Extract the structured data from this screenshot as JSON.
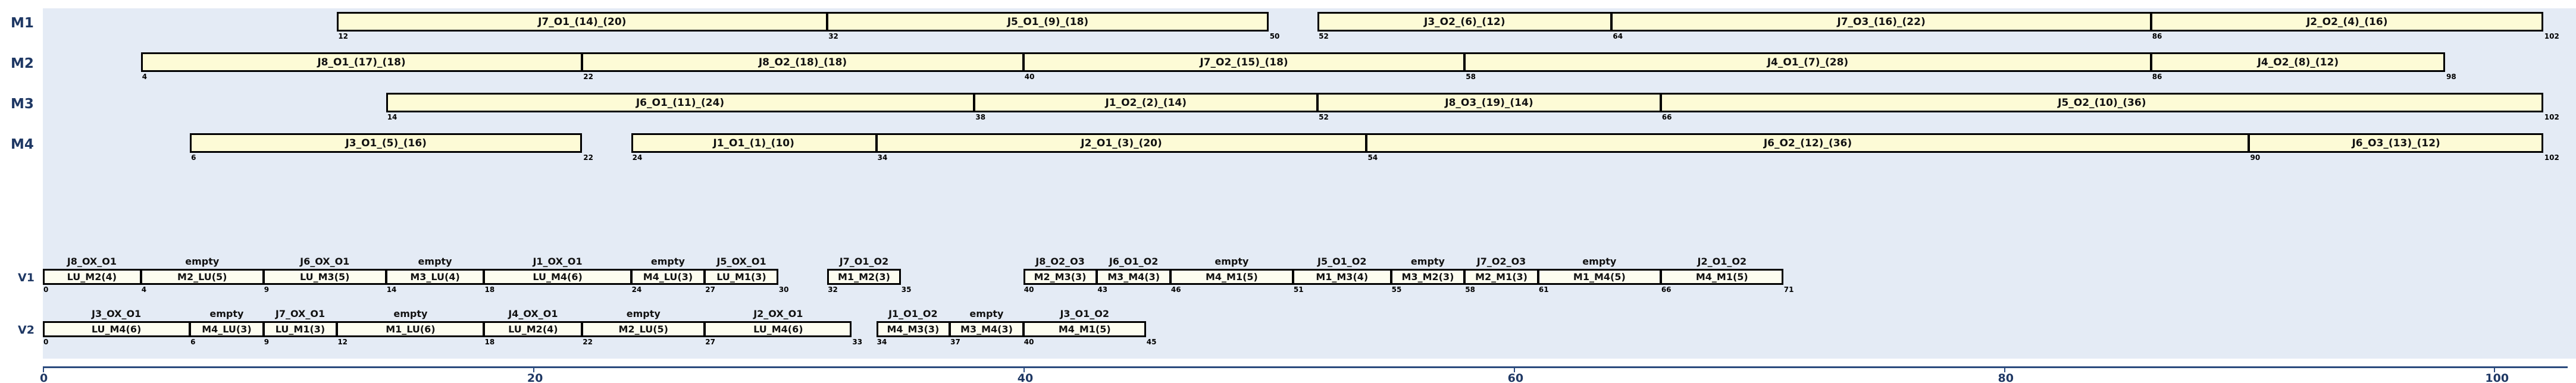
{
  "chart_data": {
    "type": "gantt",
    "title": "",
    "xlabel": "",
    "ylabel": "",
    "xlim": [
      0,
      103
    ],
    "axis_ticks": [
      0,
      20,
      40,
      60,
      80,
      100
    ],
    "colors": {
      "bar_fill": "#fdfbd6",
      "bar_fill_alt": "#fdfdf0",
      "bar_border": "#000000",
      "panel_bg": "#e4ebf5",
      "label_color": "#1f3864",
      "axis_color": "#2b4a7d"
    },
    "machine_rows": [
      {
        "name": "M1",
        "bars": [
          {
            "label": "J7_O1_(14)_(20)",
            "start": 12,
            "end": 32
          },
          {
            "label": "J5_O1_(9)_(18)",
            "start": 32,
            "end": 50
          },
          {
            "label": "J3_O2_(6)_(12)",
            "start": 52,
            "end": 64
          },
          {
            "label": "J7_O3_(16)_(22)",
            "start": 64,
            "end": 86
          },
          {
            "label": "J2_O2_(4)_(16)",
            "start": 86,
            "end": 102
          }
        ],
        "ticks": [
          12,
          32,
          50,
          52,
          64,
          86,
          102
        ],
        "groups": [
          [
            12,
            50
          ],
          [
            52,
            102
          ]
        ]
      },
      {
        "name": "M2",
        "bars": [
          {
            "label": "J8_O1_(17)_(18)",
            "start": 4,
            "end": 22
          },
          {
            "label": "J8_O2_(18)_(18)",
            "start": 22,
            "end": 40
          },
          {
            "label": "J7_O2_(15)_(18)",
            "start": 40,
            "end": 58
          },
          {
            "label": "J4_O1_(7)_(28)",
            "start": 58,
            "end": 86
          },
          {
            "label": "J4_O2_(8)_(12)",
            "start": 86,
            "end": 98
          }
        ],
        "ticks": [
          4,
          22,
          40,
          58,
          86,
          98
        ],
        "groups": [
          [
            4,
            98
          ]
        ]
      },
      {
        "name": "M3",
        "bars": [
          {
            "label": "J6_O1_(11)_(24)",
            "start": 14,
            "end": 38
          },
          {
            "label": "J1_O2_(2)_(14)",
            "start": 38,
            "end": 52
          },
          {
            "label": "J8_O3_(19)_(14)",
            "start": 52,
            "end": 66
          },
          {
            "label": "J5_O2_(10)_(36)",
            "start": 66,
            "end": 102
          }
        ],
        "ticks": [
          14,
          38,
          52,
          66,
          102
        ],
        "groups": [
          [
            14,
            102
          ]
        ]
      },
      {
        "name": "M4",
        "bars": [
          {
            "label": "J3_O1_(5)_(16)",
            "start": 6,
            "end": 22
          },
          {
            "label": "J1_O1_(1)_(10)",
            "start": 24,
            "end": 34
          },
          {
            "label": "J2_O1_(3)_(20)",
            "start": 34,
            "end": 54
          },
          {
            "label": "J6_O2_(12)_(36)",
            "start": 54,
            "end": 90
          },
          {
            "label": "J6_O3_(13)_(12)",
            "start": 90,
            "end": 102
          }
        ],
        "ticks": [
          6,
          22,
          24,
          34,
          54,
          90,
          102
        ],
        "groups": [
          [
            6,
            22
          ],
          [
            24,
            102
          ]
        ]
      }
    ],
    "vehicle_rows": [
      {
        "name": "V1",
        "bars": [
          {
            "label": "LU_M2(4)",
            "start": 0,
            "end": 4,
            "op": "J8_OX_O1"
          },
          {
            "label": "M2_LU(5)",
            "start": 4,
            "end": 9,
            "op": "empty"
          },
          {
            "label": "LU_M3(5)",
            "start": 9,
            "end": 14,
            "op": "J6_OX_O1"
          },
          {
            "label": "M3_LU(4)",
            "start": 14,
            "end": 18,
            "op": "empty"
          },
          {
            "label": "LU_M4(6)",
            "start": 18,
            "end": 24,
            "op": "J1_OX_O1"
          },
          {
            "label": "M4_LU(3)",
            "start": 24,
            "end": 27,
            "op": "empty"
          },
          {
            "label": "LU_M1(3)",
            "start": 27,
            "end": 30,
            "op": "J5_OX_O1"
          },
          {
            "label": "M1_M2(3)",
            "start": 32,
            "end": 35,
            "op": "J7_O1_O2"
          },
          {
            "label": "M2_M3(3)",
            "start": 40,
            "end": 43,
            "op": "J8_O2_O3"
          },
          {
            "label": "M3_M4(3)",
            "start": 43,
            "end": 46,
            "op": "J6_O1_O2"
          },
          {
            "label": "M4_M1(5)",
            "start": 46,
            "end": 51,
            "op": "empty"
          },
          {
            "label": "M1_M3(4)",
            "start": 51,
            "end": 55,
            "op": "J5_O1_O2"
          },
          {
            "label": "M3_M2(3)",
            "start": 55,
            "end": 58,
            "op": "empty"
          },
          {
            "label": "M2_M1(3)",
            "start": 58,
            "end": 61,
            "op": "J7_O2_O3"
          },
          {
            "label": "M1_M4(5)",
            "start": 61,
            "end": 66,
            "op": "empty"
          },
          {
            "label": "M4_M1(5)",
            "start": 66,
            "end": 71,
            "op": "J2_O1_O2"
          }
        ],
        "ticks": [
          0,
          4,
          9,
          14,
          18,
          24,
          27,
          30,
          32,
          35,
          40,
          43,
          46,
          51,
          55,
          58,
          61,
          66,
          71
        ],
        "groups": [
          [
            0,
            30
          ],
          [
            32,
            35
          ],
          [
            40,
            71
          ]
        ]
      },
      {
        "name": "V2",
        "bars": [
          {
            "label": "LU_M4(6)",
            "start": 0,
            "end": 6,
            "op": "J3_OX_O1"
          },
          {
            "label": "M4_LU(3)",
            "start": 6,
            "end": 9,
            "op": "empty"
          },
          {
            "label": "LU_M1(3)",
            "start": 9,
            "end": 12,
            "op": "J7_OX_O1"
          },
          {
            "label": "M1_LU(6)",
            "start": 12,
            "end": 18,
            "op": "empty"
          },
          {
            "label": "LU_M2(4)",
            "start": 18,
            "end": 22,
            "op": "J4_OX_O1"
          },
          {
            "label": "M2_LU(5)",
            "start": 22,
            "end": 27,
            "op": "empty"
          },
          {
            "label": "LU_M4(6)",
            "start": 27,
            "end": 33,
            "op": "J2_OX_O1"
          },
          {
            "label": "M4_M3(3)",
            "start": 34,
            "end": 37,
            "op": "J1_O1_O2"
          },
          {
            "label": "M3_M4(3)",
            "start": 37,
            "end": 40,
            "op": "empty"
          },
          {
            "label": "M4_M1(5)",
            "start": 40,
            "end": 45,
            "op": "J3_O1_O2"
          }
        ],
        "ticks": [
          0,
          6,
          9,
          12,
          18,
          22,
          27,
          33,
          34,
          37,
          40,
          45
        ],
        "groups": [
          [
            0,
            33
          ],
          [
            34,
            45
          ]
        ]
      }
    ]
  }
}
